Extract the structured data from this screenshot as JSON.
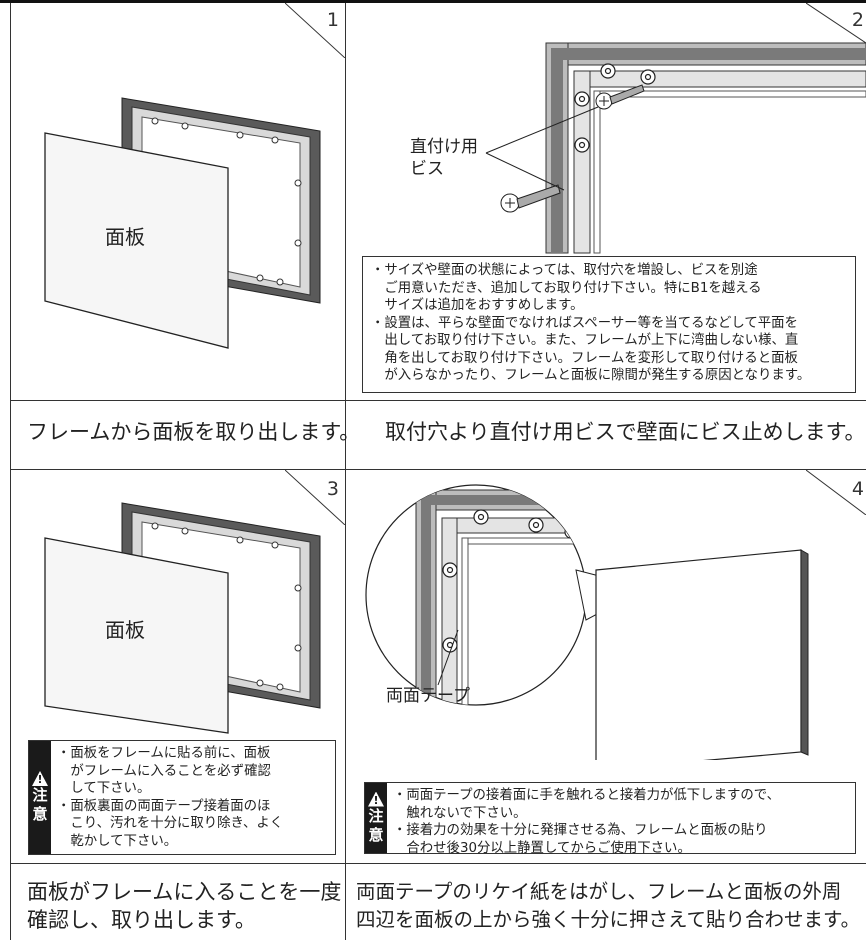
{
  "steps": [
    {
      "number": "1",
      "sheet_label": "面板",
      "caption": "フレームから面板を取り出します。"
    },
    {
      "number": "2",
      "screw_label_line1": "直付け用",
      "screw_label_line2": "ビス",
      "note_line1": "・サイズや壁面の状態によっては、取付穴を増設し、ビスを別途",
      "note_line2": "　ご用意いただき、追加してお取り付け下さい。特にB1を越える",
      "note_line3": "　サイズは追加をおすすめします。",
      "note_line4": "・設置は、平らな壁面でなければスペーサー等を当てるなどして平面を",
      "note_line5": "　出してお取り付け下さい。また、フレームが上下に湾曲しない様、直",
      "note_line6": "　角を出してお取り付け下さい。フレームを変形して取り付けると面板",
      "note_line7": "　が入らなかったり、フレームと面板に隙間が発生する原因となります。",
      "caption": "取付穴より直付け用ビスで壁面にビス止めします。"
    },
    {
      "number": "3",
      "sheet_label": "面板",
      "warn_mark": "!",
      "warn_char1": "注",
      "warn_char2": "意",
      "warn_line1": "・面板をフレームに貼る前に、面板",
      "warn_line2": "　がフレームに入ることを必ず確認",
      "warn_line3": "　して下さい。",
      "warn_line4": "・面板裏面の両面テープ接着面のほ",
      "warn_line5": "　こり、汚れを十分に取り除き、よく",
      "warn_line6": "　乾かして下さい。",
      "caption_line1": "面板がフレームに入ることを一度",
      "caption_line2": "確認し、取り出します。"
    },
    {
      "number": "4",
      "tape_label": "両面テープ",
      "warn_mark": "!",
      "warn_char1": "注",
      "warn_char2": "意",
      "warn_line1": "・両面テープの接着面に手を触れると接着力が低下しますので、",
      "warn_line2": "　触れないで下さい。",
      "warn_line3": "・接着力の効果を十分に発揮させる為、フレームと面板の貼り",
      "warn_line4": "　合わせ後30分以上静置してからご使用下さい。",
      "caption_line1": "両面テープのリケイ紙をはがし、フレームと面板の外周",
      "caption_line2": "四辺を面板の上から強く十分に押さえて貼り合わせます。"
    }
  ],
  "colors": {
    "frame_dark": "#4a4a4a",
    "frame_light": "#bdbdbd",
    "sheet": "#f4f4f4",
    "wall_gray": "#7a7a7a"
  }
}
